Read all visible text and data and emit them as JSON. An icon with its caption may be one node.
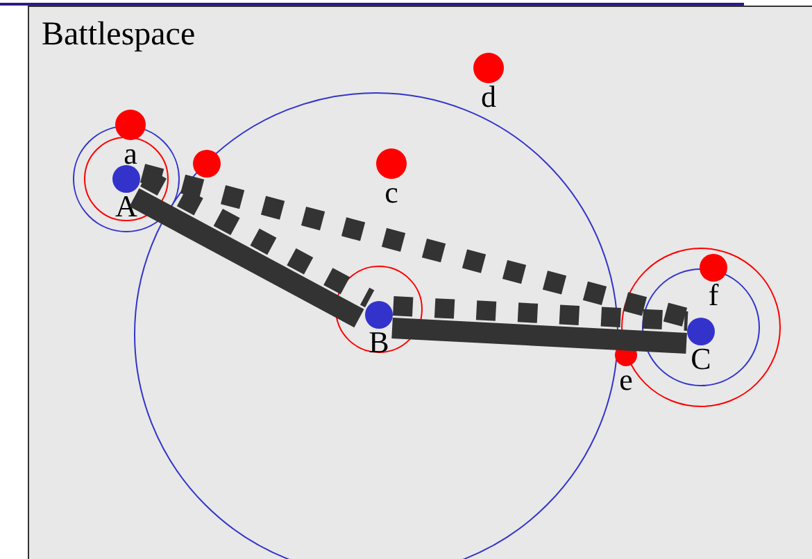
{
  "diagram": {
    "nodes": [
      {
        "text": [
          "Battlespace"
        ]
      },
      {
        "text": [
          "a"
        ],
        "in": 0
      },
      {
        "text": [
          "A"
        ],
        "in": 0
      },
      {
        "text": [],
        "shape": "circle",
        "in": 0
      },
      {
        "text": [
          "c"
        ],
        "in": 0
      },
      {
        "text": [
          "d"
        ],
        "in": 0
      },
      {
        "text": [
          "B"
        ],
        "in": 0
      },
      {
        "text": [
          "e"
        ],
        "in": 0
      },
      {
        "text": [
          "f"
        ],
        "in": 0
      },
      {
        "text": [
          "C"
        ],
        "in": 0
      }
    ],
    "edges": [
      {
        "from": 2,
        "to": 6,
        "arrow": "none"
      },
      {
        "from": 6,
        "to": 9,
        "arrow": "none"
      },
      {
        "from": 2,
        "to": 9,
        "arrow": "none",
        "style": "dashed"
      },
      {
        "from": 2,
        "to": 6,
        "arrow": "none",
        "style": "dashed"
      },
      {
        "from": 6,
        "to": 9,
        "arrow": "none",
        "style": "dashed"
      }
    ]
  }
}
